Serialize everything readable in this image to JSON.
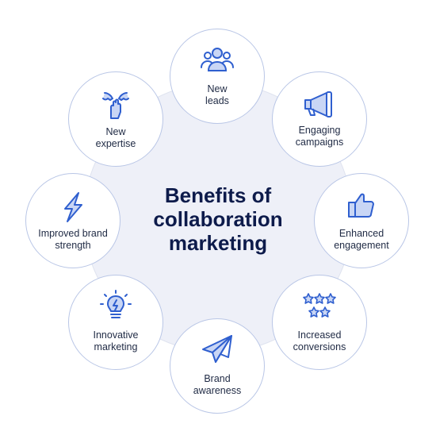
{
  "center": {
    "title": "Benefits of\ncollaboration\nmarketing"
  },
  "nodes": [
    {
      "key": "new-leads",
      "label": "New\nleads",
      "icon": "people-group-icon"
    },
    {
      "key": "engaging-campaigns",
      "label": "Engaging\ncampaigns",
      "icon": "megaphone-icon"
    },
    {
      "key": "enhanced-engagement",
      "label": "Enhanced\nengagement",
      "icon": "thumbs-up-icon"
    },
    {
      "key": "increased-conversions",
      "label": "Increased\nconversions",
      "icon": "stars-icon"
    },
    {
      "key": "brand-awareness",
      "label": "Brand\nawareness",
      "icon": "paper-plane-icon"
    },
    {
      "key": "innovative-marketing",
      "label": "Innovative\nmarketing",
      "icon": "lightbulb-icon"
    },
    {
      "key": "improved-brand-strength",
      "label": "Improved brand\nstrength",
      "icon": "lightning-icon"
    },
    {
      "key": "new-expertise",
      "label": "New\nexpertise",
      "icon": "hands-icon"
    }
  ],
  "colors": {
    "icon_blue": "#2f5fcf",
    "icon_fill": "#c9d6f5",
    "title": "#0d1b4b",
    "disc": "#eef0f8",
    "node_border": "#b9c6e6"
  }
}
